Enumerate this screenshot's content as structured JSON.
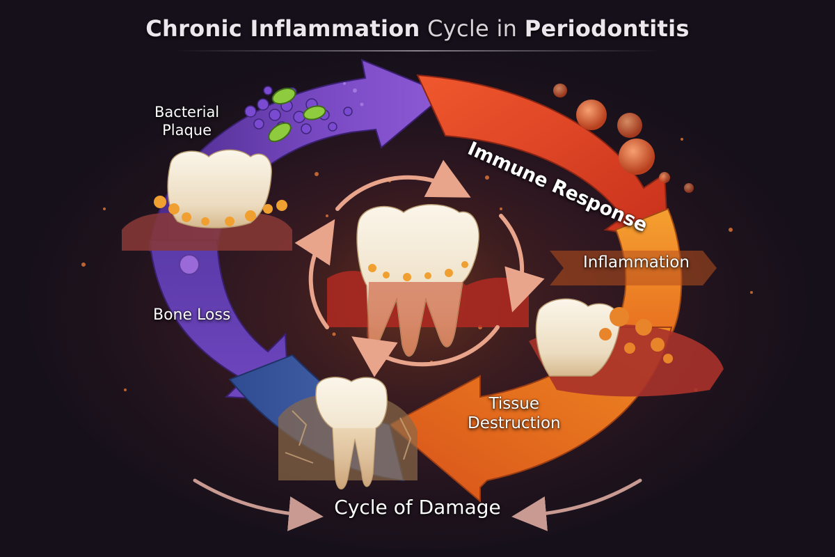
{
  "title": {
    "part1": "Chronic Inflammation",
    "part2": " Cycle in ",
    "part3": "Periodontitis"
  },
  "stages": {
    "plaque_line1": "Bacterial",
    "plaque_line2": "Plaque",
    "immune": "Immune Response",
    "inflammation": "Inflammation",
    "tissue_line1": "Tissue",
    "tissue_line2": "Destruction",
    "bone": "Bone Loss"
  },
  "footer": "Cycle of Damage",
  "colors": {
    "plaque": "#6a3fb5",
    "immune": "#e2472a",
    "inflammation": "#f08a22",
    "tissue": "#e8691e",
    "bone": "#6b44b8",
    "blue": "#3e5fa8",
    "background": "#15101a"
  }
}
